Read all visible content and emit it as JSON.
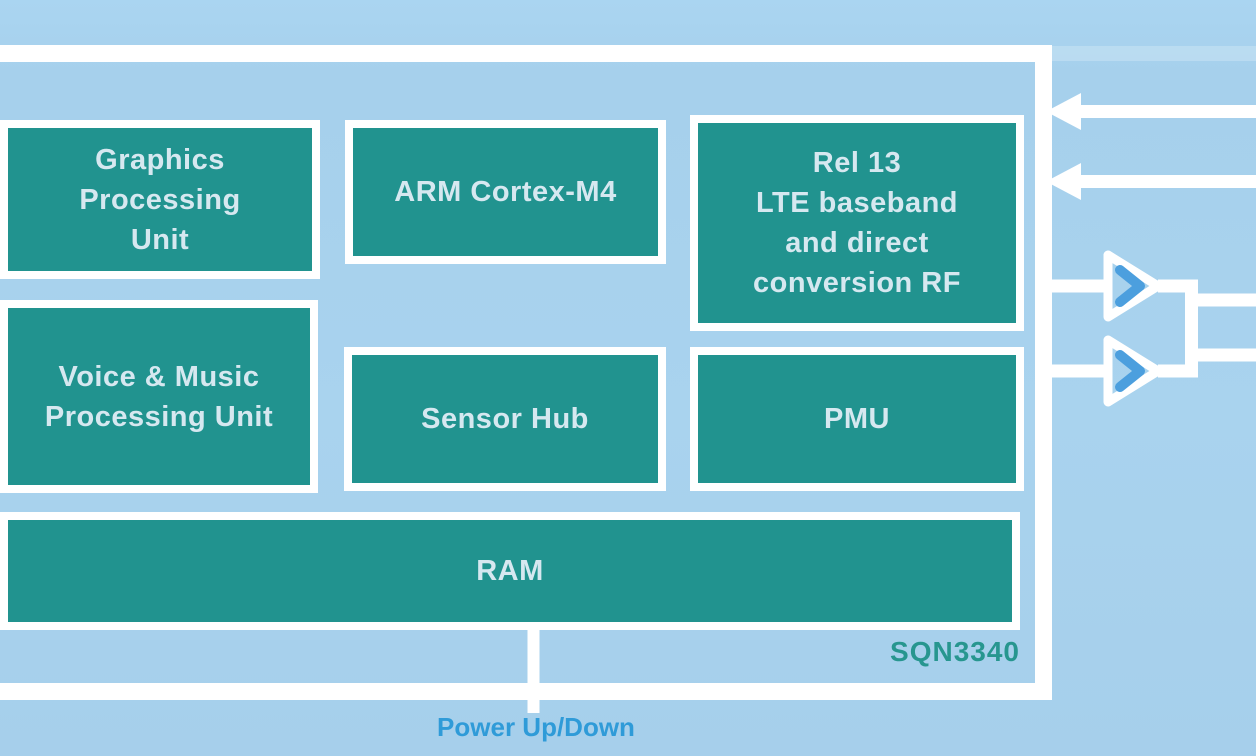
{
  "chip": {
    "part_number": "SQN3340",
    "power_label": "Power Up/Down"
  },
  "blocks": [
    {
      "id": "graphics-processing-unit",
      "label": "Graphics\nProcessing\nUnit"
    },
    {
      "id": "arm-cortex-m4",
      "label": "ARM Cortex-M4"
    },
    {
      "id": "lte-baseband-rf",
      "label": "Rel 13\nLTE baseband\nand direct\nconversion RF"
    },
    {
      "id": "voice-music-processing-unit",
      "label": "Voice & Music\nProcessing Unit"
    },
    {
      "id": "sensor-hub",
      "label": "Sensor Hub"
    },
    {
      "id": "pmu",
      "label": "PMU"
    },
    {
      "id": "ram",
      "label": "RAM"
    }
  ],
  "icons": [
    {
      "name": "rf-amplifier-icon"
    },
    {
      "name": "rf-amplifier-icon"
    },
    {
      "name": "left-arrowhead-icon"
    },
    {
      "name": "left-arrowhead-icon"
    }
  ],
  "colors": {
    "block_fill": "#21938f",
    "background": "#a8d2ee",
    "block_text": "#d6e8f0",
    "part_number_text": "#27968f",
    "power_label_text": "#2f9bd8",
    "amp_arrow": "#4c9fde",
    "line": "#ffffff"
  }
}
